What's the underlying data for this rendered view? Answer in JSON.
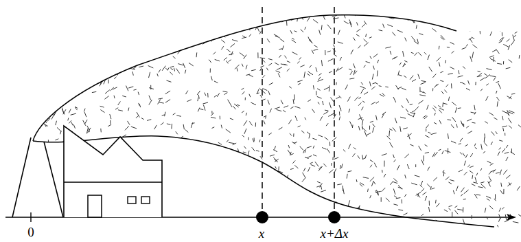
{
  "diagram": {
    "labels": [
      "0",
      "x",
      "x+Δx"
    ]
  }
}
